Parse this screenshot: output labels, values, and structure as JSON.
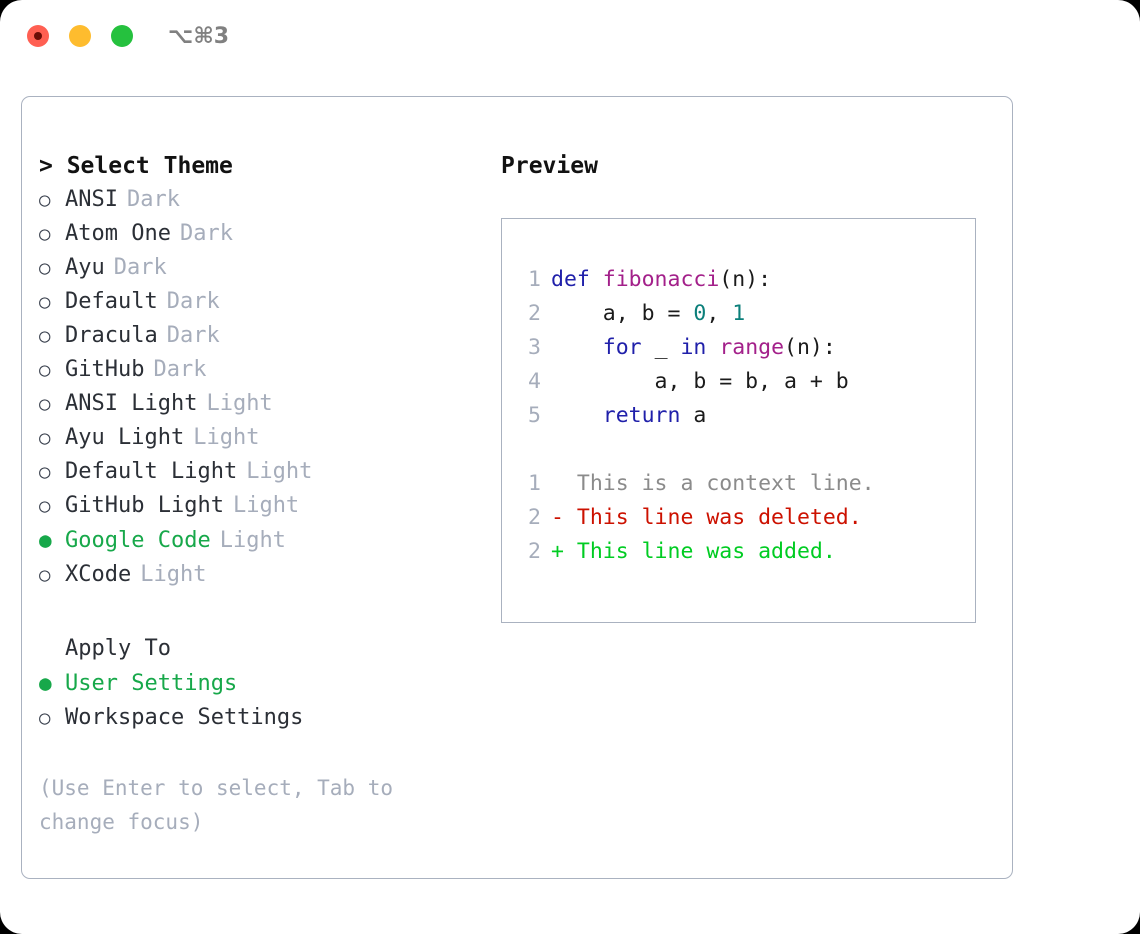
{
  "window": {
    "shortcut": "⌥⌘3",
    "traffic_lights": [
      {
        "name": "close",
        "color": "#ff5f52"
      },
      {
        "name": "minimize",
        "color": "#febc2e"
      },
      {
        "name": "zoom",
        "color": "#25c13e"
      }
    ]
  },
  "theme_list": {
    "header": "> Select Theme",
    "marker_unselected": "○",
    "marker_selected": "●",
    "items": [
      {
        "name": "ANSI",
        "kind": "Dark",
        "selected": false
      },
      {
        "name": "Atom One",
        "kind": "Dark",
        "selected": false
      },
      {
        "name": "Ayu",
        "kind": "Dark",
        "selected": false
      },
      {
        "name": "Default",
        "kind": "Dark",
        "selected": false
      },
      {
        "name": "Dracula",
        "kind": "Dark",
        "selected": false
      },
      {
        "name": "GitHub",
        "kind": "Dark",
        "selected": false
      },
      {
        "name": "ANSI Light",
        "kind": "Light",
        "selected": false
      },
      {
        "name": "Ayu Light",
        "kind": "Light",
        "selected": false
      },
      {
        "name": "Default Light",
        "kind": "Light",
        "selected": false
      },
      {
        "name": "GitHub Light",
        "kind": "Light",
        "selected": false
      },
      {
        "name": "Google Code",
        "kind": "Light",
        "selected": true
      },
      {
        "name": "XCode",
        "kind": "Light",
        "selected": false
      }
    ]
  },
  "apply_to": {
    "header": "Apply To",
    "items": [
      {
        "name": "User Settings",
        "selected": true
      },
      {
        "name": "Workspace Settings",
        "selected": false
      }
    ]
  },
  "hint": "(Use Enter to select, Tab to change focus)",
  "preview": {
    "title": "Preview",
    "code_lines": [
      {
        "num": "1",
        "tokens": [
          {
            "t": "def ",
            "c": "kw"
          },
          {
            "t": "fibonacci",
            "c": "fn"
          },
          {
            "t": "(n):",
            "c": "pl"
          }
        ]
      },
      {
        "num": "2",
        "tokens": [
          {
            "t": "    a, b = ",
            "c": "pl"
          },
          {
            "t": "0",
            "c": "num"
          },
          {
            "t": ", ",
            "c": "pl"
          },
          {
            "t": "1",
            "c": "num"
          }
        ]
      },
      {
        "num": "3",
        "tokens": [
          {
            "t": "    ",
            "c": "pl"
          },
          {
            "t": "for",
            "c": "kw"
          },
          {
            "t": " _ ",
            "c": "pl"
          },
          {
            "t": "in",
            "c": "kw"
          },
          {
            "t": " ",
            "c": "pl"
          },
          {
            "t": "range",
            "c": "fn"
          },
          {
            "t": "(n):",
            "c": "pl"
          }
        ]
      },
      {
        "num": "4",
        "tokens": [
          {
            "t": "        a, b = b, a + b",
            "c": "pl"
          }
        ]
      },
      {
        "num": "5",
        "tokens": [
          {
            "t": "    ",
            "c": "pl"
          },
          {
            "t": "return",
            "c": "kw"
          },
          {
            "t": " a",
            "c": "pl"
          }
        ]
      }
    ],
    "diff_lines": [
      {
        "num": "1",
        "tokens": [
          {
            "t": "  This is a context line.",
            "c": "ctx"
          }
        ]
      },
      {
        "num": "2",
        "tokens": [
          {
            "t": "- This line was deleted.",
            "c": "del"
          }
        ]
      },
      {
        "num": "2",
        "tokens": [
          {
            "t": "+ This line was added.",
            "c": "add"
          }
        ]
      }
    ]
  },
  "colors": {
    "accent_green": "#17a84a",
    "muted": "#a6adbb",
    "border": "#aab2c0",
    "keyword": "#2020aa",
    "function": "#a3208a",
    "number": "#0b7f7a",
    "diff_deleted": "#cc1100",
    "diff_added": "#00cc22"
  }
}
